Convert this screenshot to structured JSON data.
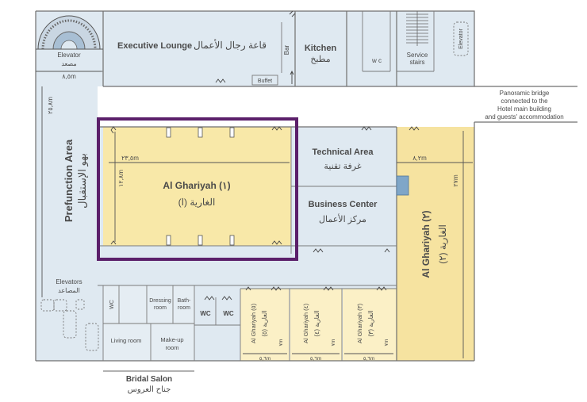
{
  "rooms": {
    "executive_lounge_en": "Executive Lounge",
    "executive_lounge_ar": "قاعة رجال الأعمال",
    "bar": "Bar",
    "buffet": "Buffet",
    "kitchen_en": "Kitchen",
    "kitchen_ar": "مطبخ",
    "wc": "WC",
    "wc_small": "w c",
    "service_stairs_1": "Service",
    "service_stairs_2": "stairs",
    "elevator_tr": "Elevator",
    "elevator_tl_en": "Elevator",
    "elevator_tl_ar": "مصعد",
    "panoramic_1": "Panoramic bridge",
    "panoramic_2": "connected to the",
    "panoramic_3": "Hotel main building",
    "panoramic_4": "and guests' accommodation",
    "prefunction_en": "Prefunction Area",
    "prefunction_ar": "بهو الإستقبال",
    "ghariyah1_en": "Al Ghariyah (١)",
    "ghariyah1_ar": "الغارية (ا)",
    "technical_en": "Technical Area",
    "technical_ar": "غرفة تقنية",
    "business_en": "Business Center",
    "business_ar": "مركز الأعمال",
    "ghariyah2_en": "Al Ghariyah (٢)",
    "ghariyah2_ar": "الغارية (٢)",
    "elevators_en": "Elevators",
    "elevators_ar": "المصاعد",
    "wc_vertical": "WC",
    "dressing_1": "Dressing",
    "dressing_2": "room",
    "bath_1": "Bath-",
    "bath_2": "room",
    "living_room": "Living room",
    "makeup_1": "Make-up",
    "makeup_2": "room",
    "bridal_en": "Bridal Salon",
    "bridal_ar": "جناح العروس",
    "ghariyah5_en": "Al Ghariyah (٥)",
    "ghariyah5_ar": "الغارية (٥)",
    "ghariyah4_en": "Al Ghariyah (٤)",
    "ghariyah4_ar": "الغارية (٤)",
    "ghariyah3_en": "Al Ghariyah (٣)",
    "ghariyah3_ar": "الغارية (٣)"
  },
  "dimensions": {
    "elevator_width": "٨,٥m",
    "corridor_height": "٢٥,٨m",
    "ghariyah1_width": "٢٣,٥m",
    "ghariyah1_height": "١٢,٨m",
    "ghariyah2_width": "٨,٢m",
    "ghariyah2_height": "٢٧m",
    "small_hall_width": "٥,٦m",
    "small_hall_height": "٧m"
  },
  "colors": {
    "floor": "#dfe9f1",
    "hall_fill": "#f8e8a8",
    "hall_fill_light": "#fbf0c6",
    "highlight_border": "#5b1f6a",
    "wall": "#6f6f6f",
    "tech_box": "#7fa6c8"
  }
}
